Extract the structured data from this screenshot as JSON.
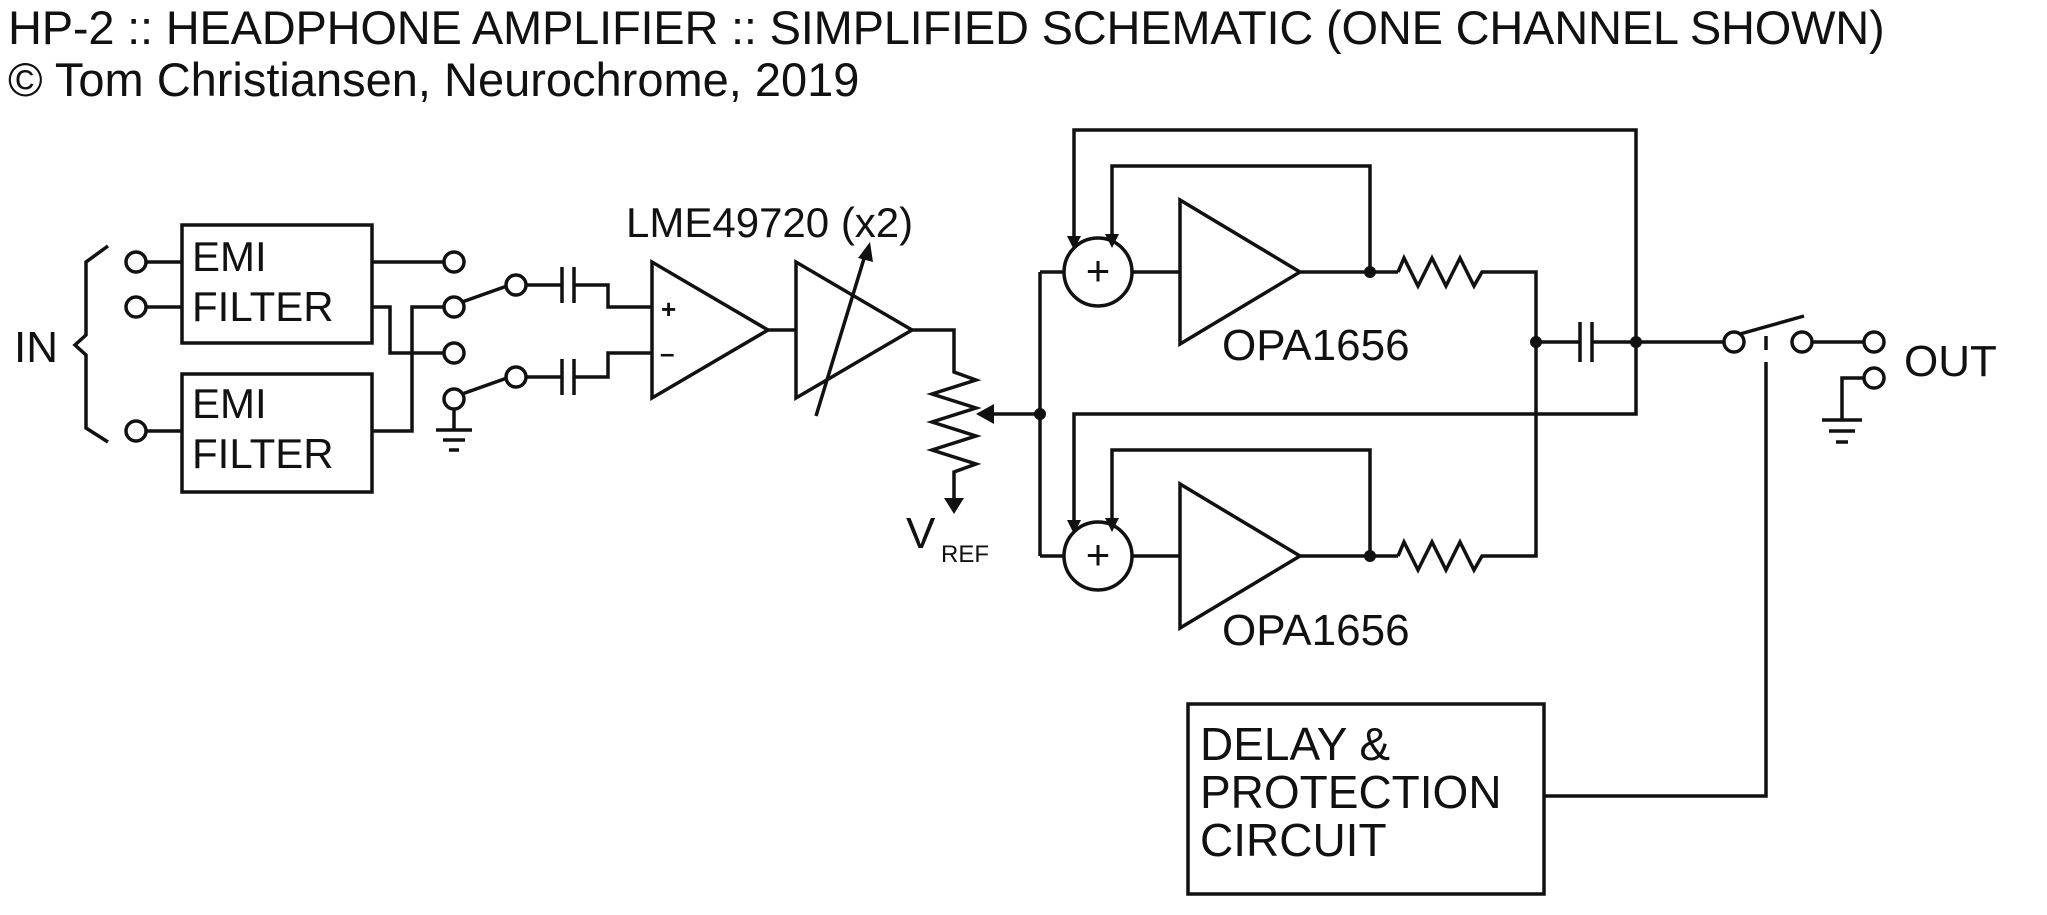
{
  "header": {
    "title": "HP-2 :: HEADPHONE AMPLIFIER :: SIMPLIFIED SCHEMATIC (ONE CHANNEL SHOWN)",
    "copyright": "© Tom Christiansen, Neurochrome, 2019"
  },
  "input": {
    "label": "IN"
  },
  "emi_filter_1": {
    "line1": "EMI",
    "line2": "FILTER"
  },
  "emi_filter_2": {
    "line1": "EMI",
    "line2": "FILTER"
  },
  "input_stage": {
    "part": "LME49720 (x2)",
    "plus_sign": "+",
    "minus_sign": "–"
  },
  "volume": {
    "vref_main": "V",
    "vref_sub": "REF"
  },
  "output_stage_top": {
    "sum_symbol": "+",
    "part": "OPA1656"
  },
  "output_stage_bottom": {
    "sum_symbol": "+",
    "part": "OPA1656"
  },
  "output": {
    "label": "OUT"
  },
  "protection": {
    "line1": "DELAY &",
    "line2": "PROTECTION",
    "line3": "CIRCUIT"
  }
}
